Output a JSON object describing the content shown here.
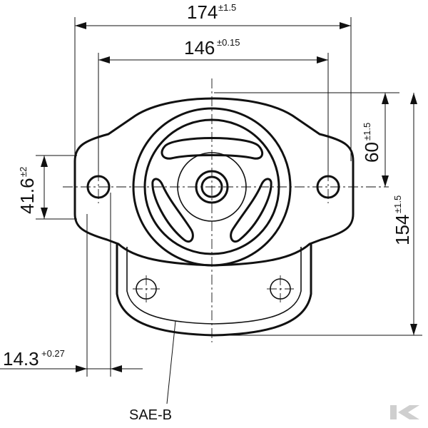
{
  "dimensions": {
    "overall_width": {
      "value": "174",
      "tolerance": "±1.5"
    },
    "bolt_spacing": {
      "value": "146",
      "tolerance": "±0.15"
    },
    "center_to_bottom": {
      "value": "60",
      "tolerance": "±1.5"
    },
    "overall_height": {
      "value": "154",
      "tolerance": "±1.5"
    },
    "pilot_diameter": {
      "value": "41.6",
      "tolerance": "±2"
    },
    "hole_offset": {
      "value": "14.3",
      "tolerance": "+0.27"
    }
  },
  "callout": {
    "label": "SAE-B"
  },
  "watermark": {
    "icon": "brand-logo-icon"
  },
  "colors": {
    "line": "#111111",
    "watermark": "#cfcfcf"
  }
}
